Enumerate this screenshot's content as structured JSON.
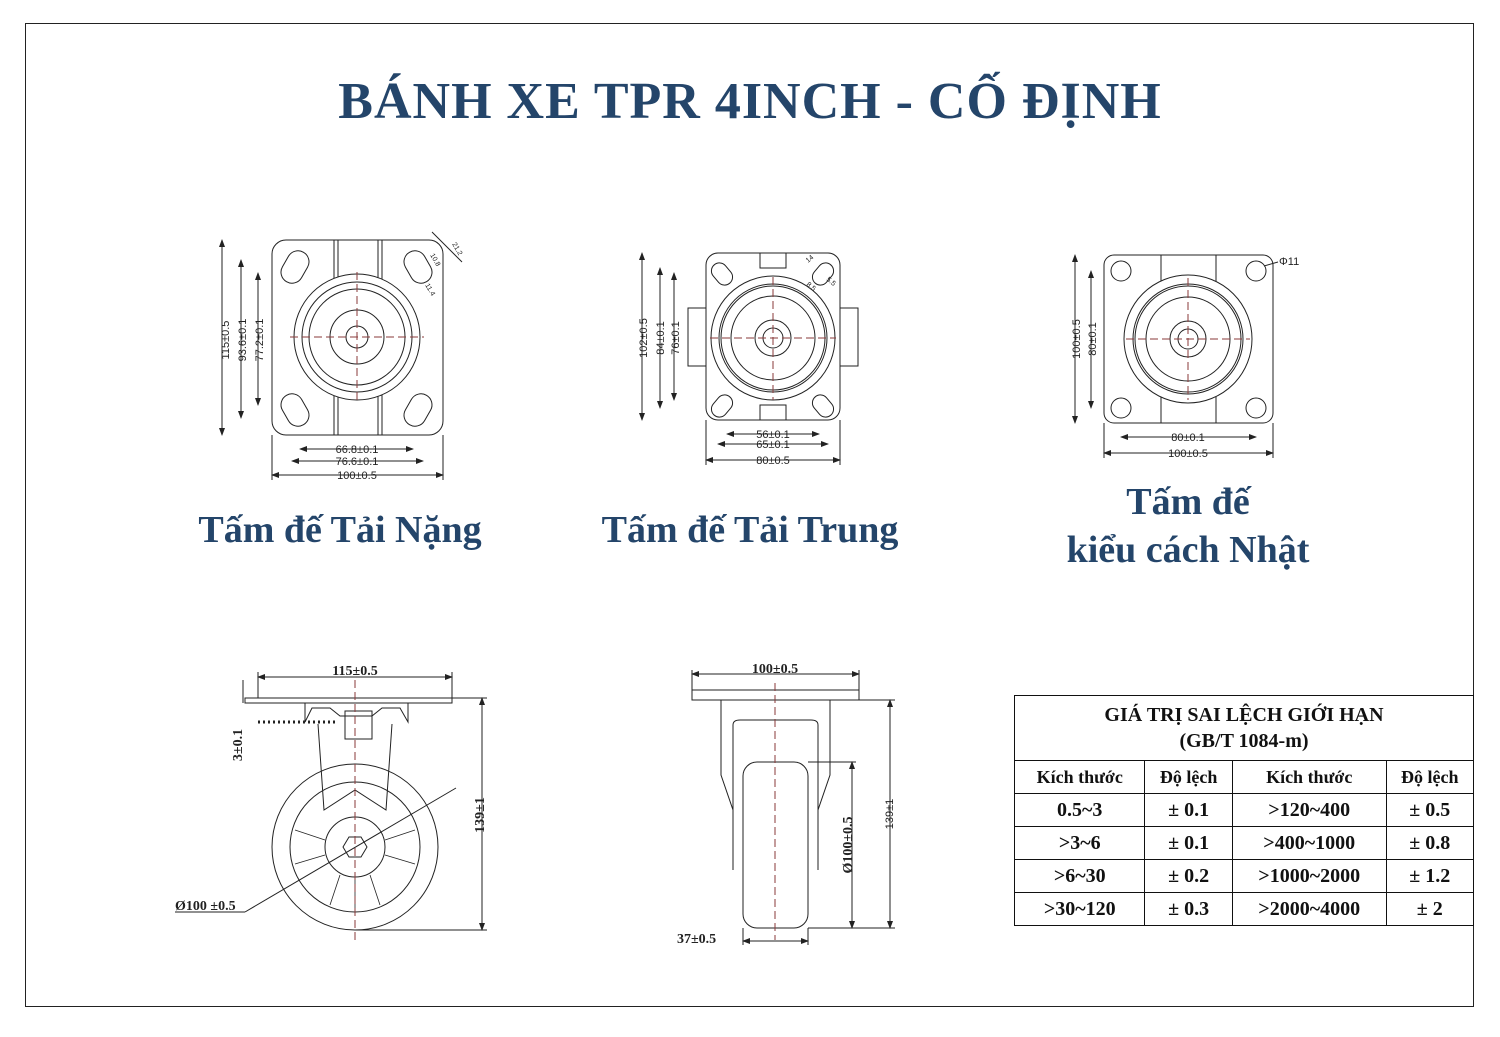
{
  "title": "BÁNH XE TPR 4INCH - CỐ ĐỊNH",
  "plates": [
    {
      "caption": "Tấm đế Tải Nặng",
      "dims": {
        "height": "115±0.5",
        "v1": "93.6±0.1",
        "v2": "77.2±0.1",
        "h1": "66.8±0.1",
        "h2": "76.6±0.1",
        "width": "100±0.5",
        "slot_a": "21.2",
        "slot_b": "10.8",
        "slot_c": "11.4"
      }
    },
    {
      "caption": "Tấm đế Tải Trung",
      "dims": {
        "height": "102±0.5",
        "v1": "84±0.1",
        "v2": "76±0.1",
        "h1": "56±0.1",
        "h2": "65±0.1",
        "width": "80±0.5",
        "slot_a": "14",
        "slot_b": "8.5",
        "slot_c": "5.5"
      }
    },
    {
      "caption_line1": "Tấm đế",
      "caption_line2": "kiểu cách Nhật",
      "dims": {
        "height": "100±0.5",
        "v1": "80±0.1",
        "h1": "80±0.1",
        "width": "100±0.5",
        "hole": "Φ11"
      }
    }
  ],
  "side_view": {
    "plate_width": "115±0.5",
    "thickness": "3±0.1",
    "height": "139±1",
    "wheel_diameter": "Ø100 ±0.5"
  },
  "front_view": {
    "plate_width": "100±0.5",
    "height": "139±1",
    "wheel_diameter": "Ø100±0.5",
    "wheel_width": "37±0.5"
  },
  "tolerance_table": {
    "title": "GIÁ TRỊ SAI LỆCH GIỚI HẠN",
    "subtitle": "(GB/T 1084-m)",
    "headers": [
      "Kích thước",
      "Độ lệch",
      "Kích thước",
      "Độ lệch"
    ],
    "rows": [
      [
        "0.5~3",
        "± 0.1",
        ">120~400",
        "± 0.5"
      ],
      [
        ">3~6",
        "± 0.1",
        ">400~1000",
        "± 0.8"
      ],
      [
        ">6~30",
        "± 0.2",
        ">1000~2000",
        "± 1.2"
      ],
      [
        ">30~120",
        "± 0.3",
        ">2000~4000",
        "± 2"
      ]
    ]
  },
  "colors": {
    "title": "#24456a",
    "line": "#222222",
    "centerline": "#8a3a3a"
  }
}
